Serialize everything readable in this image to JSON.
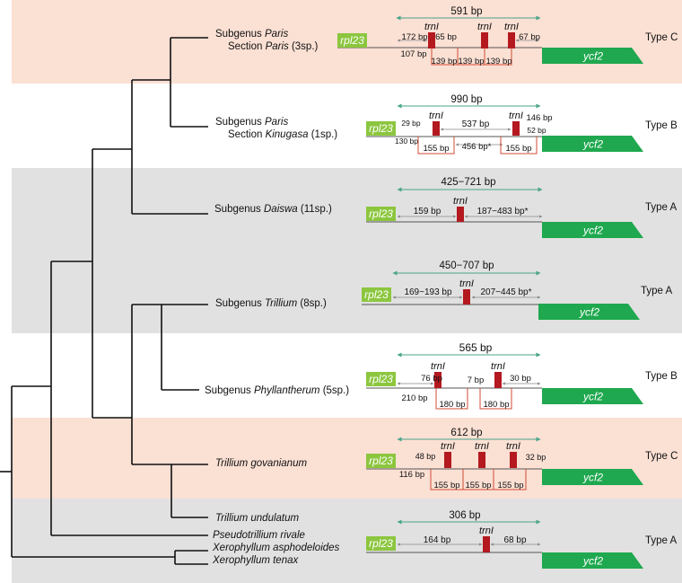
{
  "rows": [
    {
      "taxon_prefix": "Subgenus ",
      "taxon_italic": "Paris",
      "line2_prefix": "Section ",
      "line2_italic": "Paris",
      "line2_suffix": " (3sp.)",
      "type": "Type C",
      "total": "591 bp",
      "labels": [
        "172 bp",
        "65 bp",
        "67 bp",
        "107 bp",
        "139 bp",
        "139 bp",
        "139 bp"
      ],
      "trn": [
        "trnI",
        "trnI",
        "trnI"
      ]
    },
    {
      "taxon_prefix": "Subgenus ",
      "taxon_italic": "Paris",
      "line2_prefix": "Section ",
      "line2_italic": "Kinugasa",
      "line2_suffix": " (1sp.)",
      "type": "Type B",
      "total": "990 bp",
      "labels": [
        "29 bp",
        "537 bp",
        "146 bp",
        "52 bp",
        "130 bp",
        "155 bp",
        "456 bp*",
        "155 bp"
      ],
      "trn": [
        "trnI",
        "trnI"
      ]
    },
    {
      "taxon_prefix": "Subgenus ",
      "taxon_italic": "Daiswa",
      "taxon_suffix": " (11sp.)",
      "type": "Type A",
      "total": "425−721 bp",
      "labels": [
        "159 bp",
        "187−483 bp*"
      ],
      "trn": [
        "trnI"
      ]
    },
    {
      "taxon_prefix": "Subgenus ",
      "taxon_italic": "Trillium",
      "taxon_suffix": " (8sp.)",
      "type": "Type A",
      "total": "450−707 bp",
      "labels": [
        "169~193 bp",
        "207−445 bp*"
      ],
      "trn": [
        "trnI"
      ]
    },
    {
      "taxon_prefix": "Subgenus ",
      "taxon_italic": "Phyllantherum",
      "taxon_suffix": " (5sp.)",
      "type": "Type B",
      "total": "565 bp",
      "labels": [
        "76 bp",
        "7 bp",
        "30 bp",
        "210 bp",
        "180 bp",
        "180 bp"
      ],
      "trn": [
        "trnI",
        "trnI"
      ]
    },
    {
      "taxon_italic": "Trillium govanianum",
      "type": "Type C",
      "total": "612 bp",
      "labels": [
        "48 bp",
        "32 bp",
        "116 bp",
        "155 bp",
        "155 bp",
        "155 bp"
      ],
      "trn": [
        "trnI",
        "trnI",
        "trnI"
      ]
    },
    {
      "taxon_italic": "Trillium undulatum"
    },
    {
      "taxon_italic": "Pseudotrillium rivale"
    },
    {
      "taxon_italic": "Xerophyllum asphodeloides",
      "type": "Type A",
      "total": "306 bp",
      "labels": [
        "164 bp",
        "68 bp"
      ],
      "trn": [
        "trnI"
      ]
    },
    {
      "taxon_italic": "Xerophyllum tenax"
    }
  ],
  "genes": {
    "left": "rpl23",
    "right": "ycf2"
  },
  "colors": {
    "peach": "#fbe0d4",
    "grey": "#e1e1e1",
    "tree": "#111111",
    "rpl23": "#8cc63f",
    "ycf2": "#1fa84f",
    "trn": "#b3191f",
    "teal": "#4aa58a",
    "bracket": "#d24b33"
  }
}
